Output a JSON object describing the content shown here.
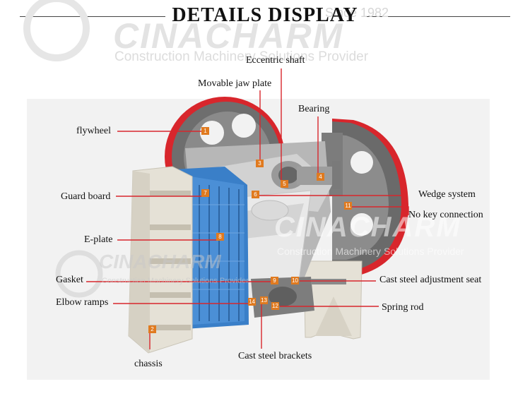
{
  "title": "DETAILS DISPLAY",
  "watermark": {
    "since": "Since 1982",
    "brand": "CINACHARM",
    "tagline": "Construction Machinery Solutions Provider"
  },
  "colors": {
    "accent_red": "#d8262c",
    "jaw_blue": "#3a7fc8",
    "badge_orange": "#e07a1f",
    "frame_grey": "#e5e1d6"
  },
  "parts": [
    {
      "number": "1",
      "label": "flywheel"
    },
    {
      "number": "2",
      "label": "chassis"
    },
    {
      "number": "3",
      "label": "Movable jaw plate"
    },
    {
      "number": "4",
      "label": "Bearing"
    },
    {
      "number": "5",
      "label": "Eccentric shaft"
    },
    {
      "number": "6",
      "label": "Wedge system"
    },
    {
      "number": "7",
      "label": "Guard board"
    },
    {
      "number": "8",
      "label": "E-plate"
    },
    {
      "number": "9",
      "label": "Gasket"
    },
    {
      "number": "10",
      "label": "Cast steel adjustment seat"
    },
    {
      "number": "11",
      "label": "No key connection"
    },
    {
      "number": "12",
      "label": "Spring rod"
    },
    {
      "number": "13",
      "label": "Cast steel brackets"
    },
    {
      "number": "14",
      "label": "Elbow ramps"
    }
  ]
}
